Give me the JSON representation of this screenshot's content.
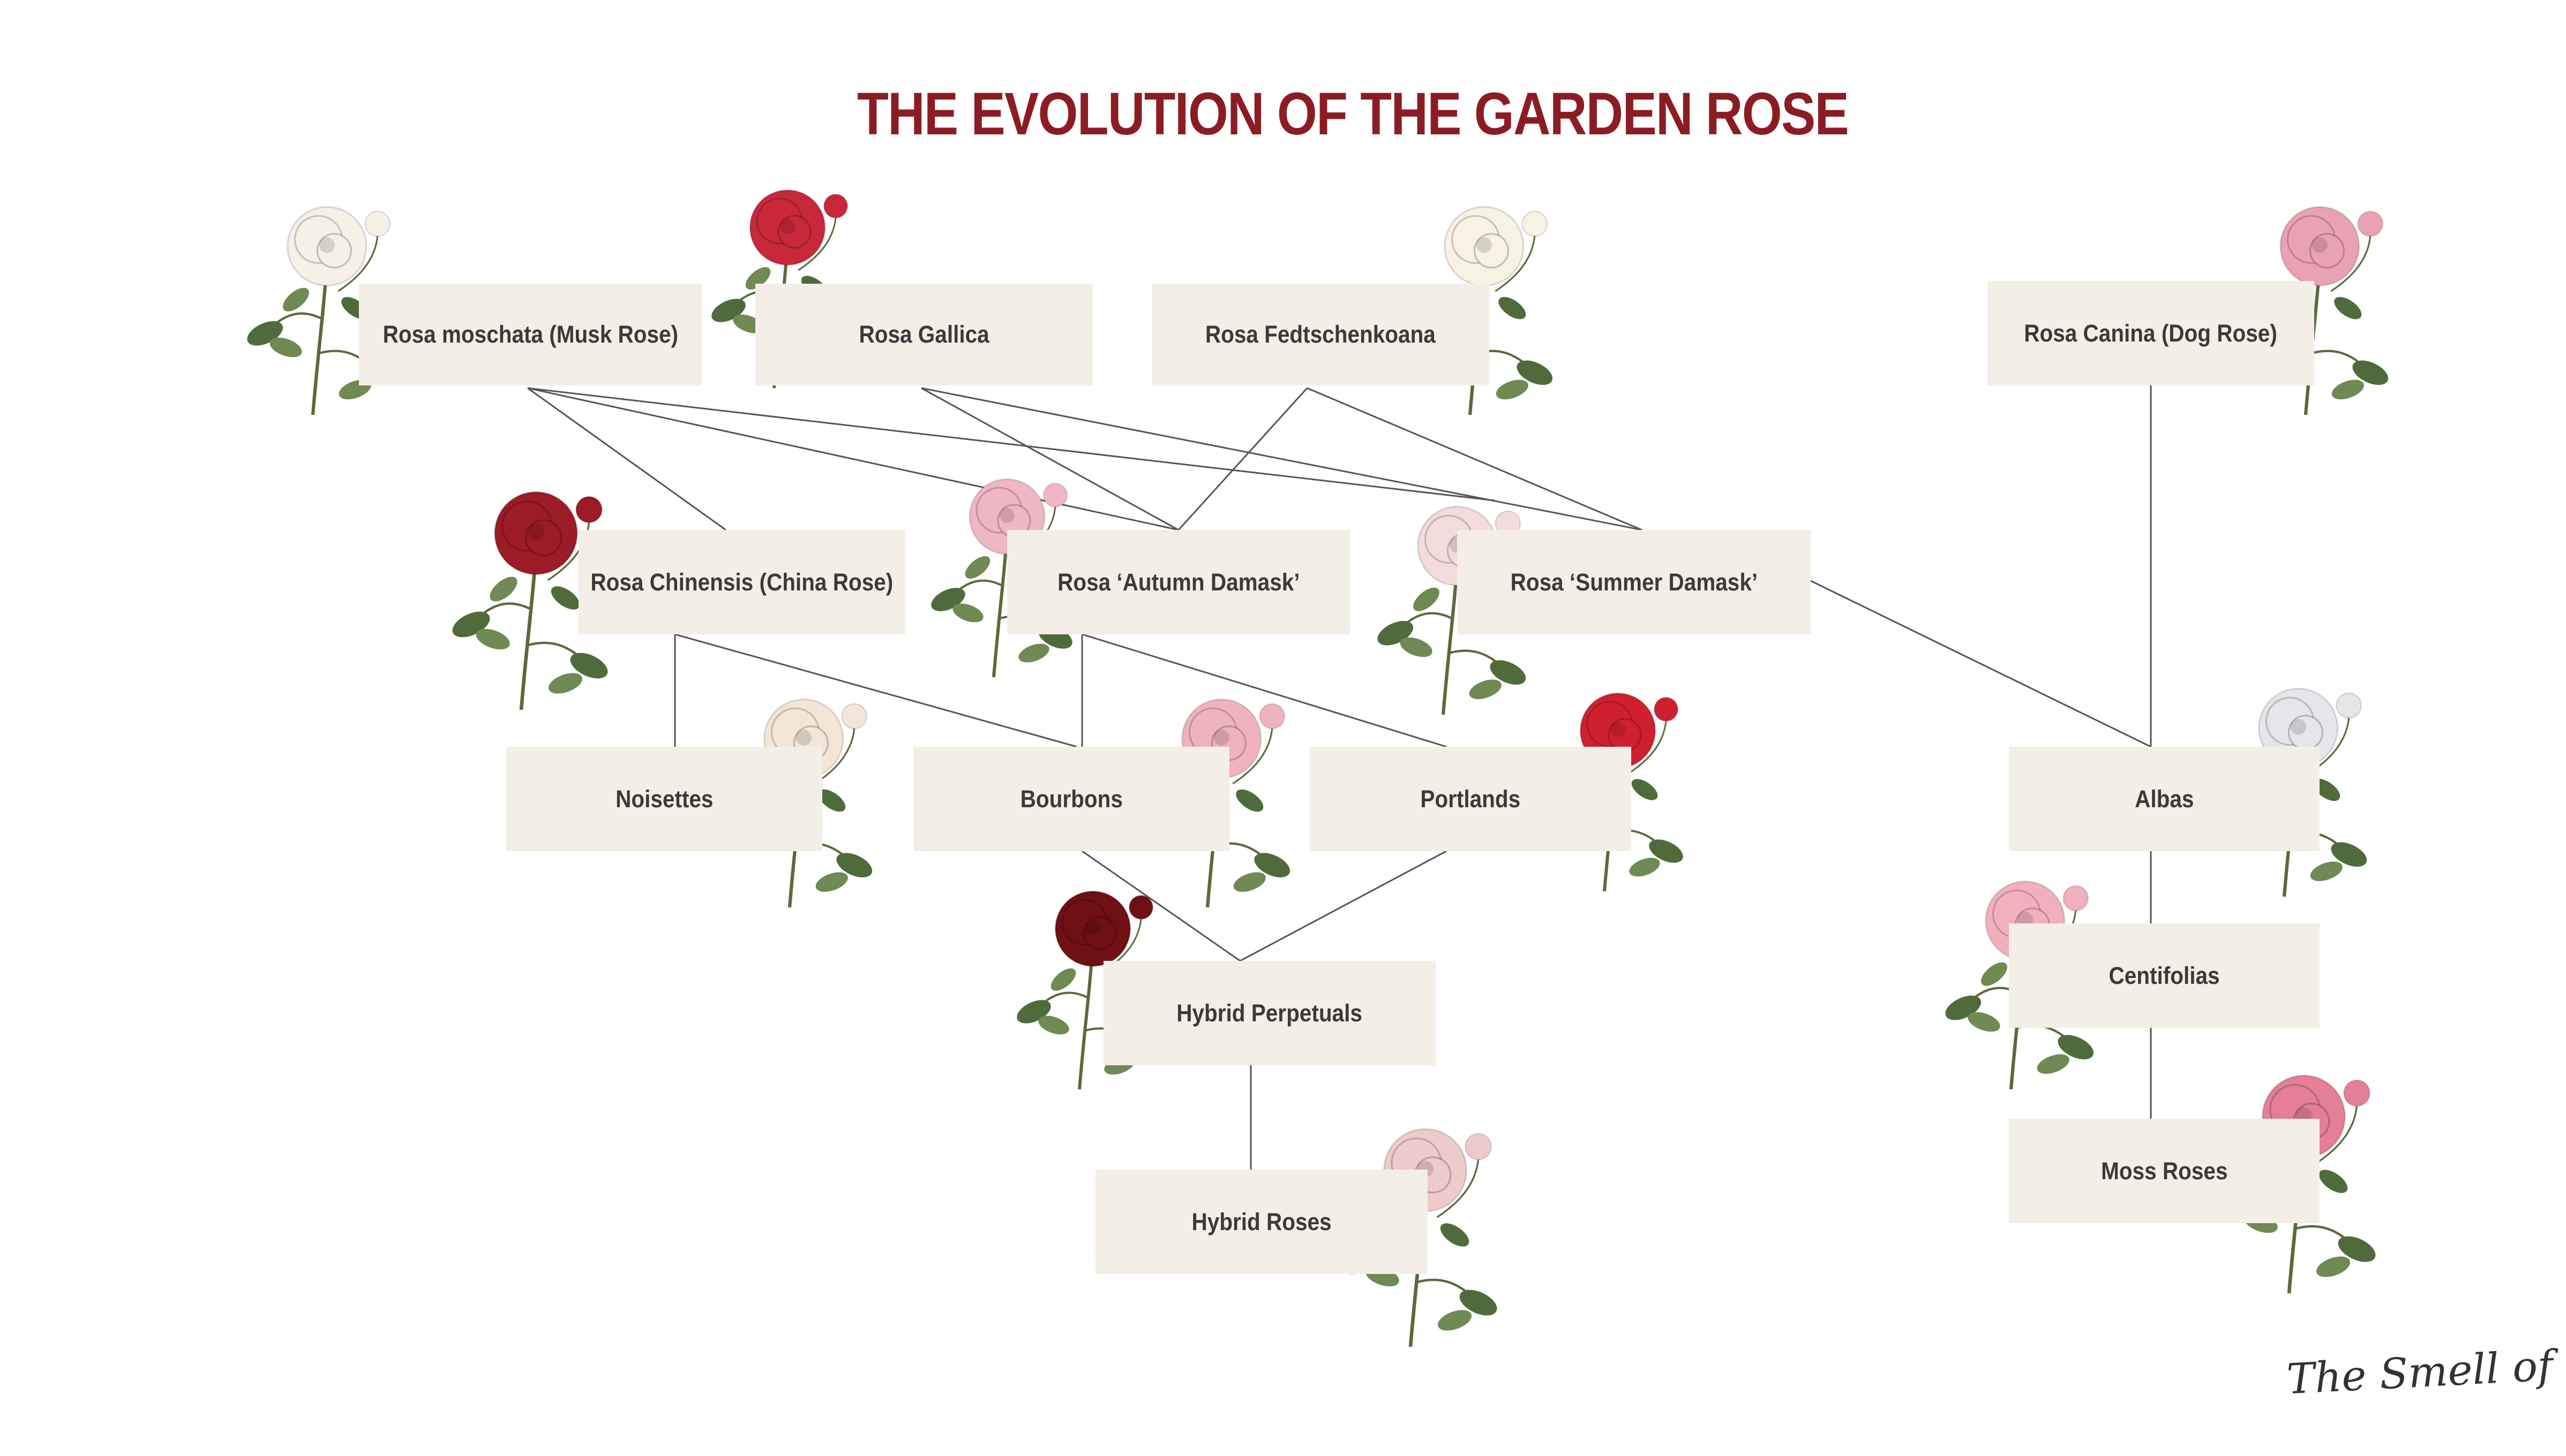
{
  "title": "THE EVOLUTION OF THE GARDEN ROSE",
  "signature": "The Smell of Roses",
  "colors": {
    "title": "#8c1c23",
    "node_fill": "#f3efe6",
    "node_text": "#3a3a3a",
    "edge": "#555555"
  },
  "nodes": [
    {
      "id": "moschata",
      "label": "Rosa moschata (Musk Rose)"
    },
    {
      "id": "gallica",
      "label": "Rosa Gallica"
    },
    {
      "id": "fedtschenkoana",
      "label": "Rosa Fedtschenkoana"
    },
    {
      "id": "canina",
      "label": "Rosa Canina (Dog Rose)"
    },
    {
      "id": "chinensis",
      "label": "Rosa Chinensis (China Rose)"
    },
    {
      "id": "autumn_damask",
      "label": "Rosa ‘Autumn Damask’"
    },
    {
      "id": "summer_damask",
      "label": "Rosa ‘Summer Damask’"
    },
    {
      "id": "noisettes",
      "label": "Noisettes"
    },
    {
      "id": "bourbons",
      "label": "Bourbons"
    },
    {
      "id": "portlands",
      "label": "Portlands"
    },
    {
      "id": "albas",
      "label": "Albas"
    },
    {
      "id": "centifolias",
      "label": "Centifolias"
    },
    {
      "id": "hybrid_perpetuals",
      "label": "Hybrid Perpetuals"
    },
    {
      "id": "moss_roses",
      "label": "Moss Roses"
    },
    {
      "id": "hybrid_roses",
      "label": "Hybrid Roses"
    }
  ],
  "edges": [
    [
      "moschata",
      "chinensis"
    ],
    [
      "moschata",
      "autumn_damask"
    ],
    [
      "moschata",
      "summer_damask"
    ],
    [
      "gallica",
      "autumn_damask"
    ],
    [
      "gallica",
      "summer_damask"
    ],
    [
      "fedtschenkoana",
      "autumn_damask"
    ],
    [
      "fedtschenkoana",
      "summer_damask"
    ],
    [
      "chinensis",
      "noisettes"
    ],
    [
      "chinensis",
      "bourbons"
    ],
    [
      "autumn_damask",
      "bourbons"
    ],
    [
      "autumn_damask",
      "portlands"
    ],
    [
      "summer_damask",
      "albas"
    ],
    [
      "canina",
      "albas"
    ],
    [
      "albas",
      "centifolias"
    ],
    [
      "centifolias",
      "moss_roses"
    ],
    [
      "bourbons",
      "hybrid_perpetuals"
    ],
    [
      "portlands",
      "hybrid_perpetuals"
    ],
    [
      "hybrid_perpetuals",
      "hybrid_roses"
    ]
  ],
  "illustrations": [
    {
      "id": "moschata",
      "icon": "rose-illustration-icon",
      "bloom": "#f6f1e6"
    },
    {
      "id": "gallica",
      "icon": "rose-illustration-icon",
      "bloom": "#c8283a"
    },
    {
      "id": "fedtschenkoana",
      "icon": "rose-illustration-icon",
      "bloom": "#f7f2e2"
    },
    {
      "id": "canina",
      "icon": "rose-illustration-icon",
      "bloom": "#e9a2b4"
    },
    {
      "id": "chinensis",
      "icon": "rose-illustration-icon",
      "bloom": "#9c1b26"
    },
    {
      "id": "autumn_damask",
      "icon": "rose-illustration-icon",
      "bloom": "#efb6c4"
    },
    {
      "id": "summer_damask",
      "icon": "rose-illustration-icon",
      "bloom": "#f4dcdc"
    },
    {
      "id": "noisettes",
      "icon": "rose-illustration-icon",
      "bloom": "#f3e6d7"
    },
    {
      "id": "bourbons",
      "icon": "rose-illustration-icon",
      "bloom": "#efb3bd"
    },
    {
      "id": "portlands",
      "icon": "rose-illustration-icon",
      "bloom": "#cf2030"
    },
    {
      "id": "albas",
      "icon": "rose-illustration-icon",
      "bloom": "#e4e6ea"
    },
    {
      "id": "centifolias",
      "icon": "rose-illustration-icon",
      "bloom": "#f2b0bf"
    },
    {
      "id": "hybrid_perpetuals",
      "icon": "rose-illustration-icon",
      "bloom": "#6e1014"
    },
    {
      "id": "moss_roses",
      "icon": "rose-illustration-icon",
      "bloom": "#e47f96"
    },
    {
      "id": "hybrid_roses",
      "icon": "rose-illustration-icon",
      "bloom": "#eecbcb"
    }
  ]
}
